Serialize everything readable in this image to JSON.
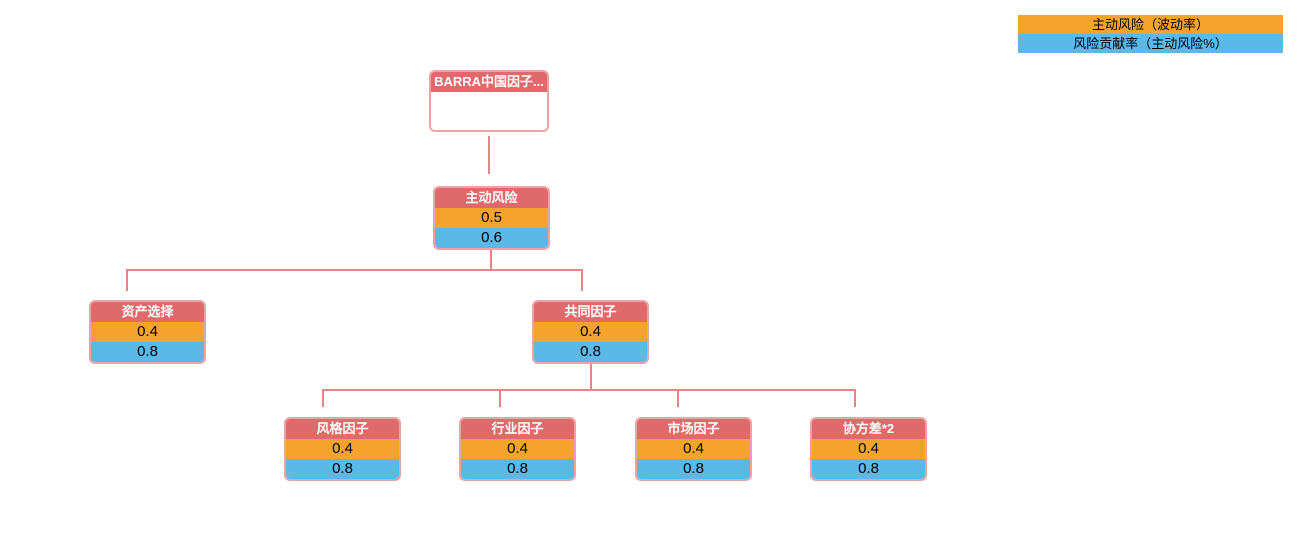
{
  "palette": {
    "node_header_red": "#e06a6b",
    "node_border_pink": "#eda3a3",
    "volatility_orange": "#f4a42c",
    "contribution_blue": "#5cb8e6",
    "connector_red": "#e48586",
    "header_text": "#ffffff",
    "value_text": "#000000"
  },
  "legend": {
    "volatility_label": "主动风险（波动率）",
    "contribution_label": "风险贡献率（主动风险%）"
  },
  "tree": {
    "root": {
      "label": "BARRA中国因子...",
      "children": [
        {
          "label": "主动风险",
          "volatility": "0.5",
          "contribution": "0.6",
          "children": [
            {
              "label": "资产选择",
              "volatility": "0.4",
              "contribution": "0.8",
              "children": []
            },
            {
              "label": "共同因子",
              "volatility": "0.4",
              "contribution": "0.8",
              "children": [
                {
                  "label": "风格因子",
                  "volatility": "0.4",
                  "contribution": "0.8"
                },
                {
                  "label": "行业因子",
                  "volatility": "0.4",
                  "contribution": "0.8"
                },
                {
                  "label": "市场因子",
                  "volatility": "0.4",
                  "contribution": "0.8"
                },
                {
                  "label": "协方差*2",
                  "volatility": "0.4",
                  "contribution": "0.8"
                }
              ]
            }
          ]
        }
      ]
    }
  }
}
